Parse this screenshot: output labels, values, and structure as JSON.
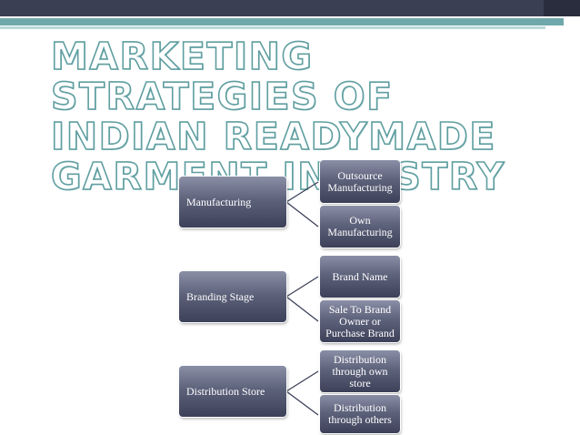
{
  "slide": {
    "title": "MARKETING STRATEGIES OF\nINDIAN READYMADE\nGARMENT INDUSTRY"
  },
  "diagram": {
    "groups": [
      {
        "label": "Manufacturing",
        "children": [
          "Outsource Manufacturing",
          "Own Manufacturing"
        ]
      },
      {
        "label": "Branding Stage",
        "children": [
          "Brand Name",
          "Sale To Brand Owner or Purchase Brand"
        ]
      },
      {
        "label": "Distribution Store",
        "children": [
          "Distribution through own store",
          "Distribution through others"
        ]
      }
    ]
  },
  "colors": {
    "node_fill": "#5e637c",
    "connector": "#3c4058",
    "title_outline": "#5f9ea0",
    "accent_teal": "#6fa8aa",
    "top_bar": "#3a3f54"
  }
}
